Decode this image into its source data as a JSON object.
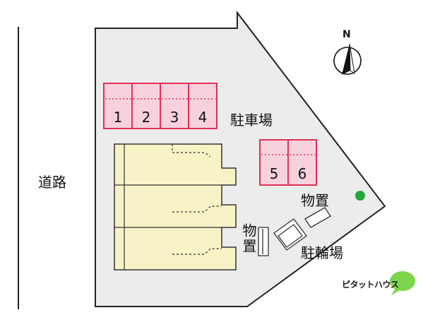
{
  "road_label": "道路",
  "parking_label": "駐車場",
  "storage_labels": [
    "物置",
    "物置"
  ],
  "bicycle_label": "駐輪場",
  "north_label": "N",
  "parking_spaces": [
    "1",
    "2",
    "3",
    "4",
    "5",
    "6"
  ],
  "brand_text": "ピタットハウス",
  "colors": {
    "lot_fill": "#ececec",
    "parking_stroke": "#e0305a",
    "parking_fill": "#f7d2dc",
    "building_fill": "#f7f3c6",
    "tree": "#22a83a",
    "brand_green": "#7cd54a"
  },
  "icons": [
    "north-arrow-icon",
    "tree-icon",
    "brand-logo-icon"
  ]
}
